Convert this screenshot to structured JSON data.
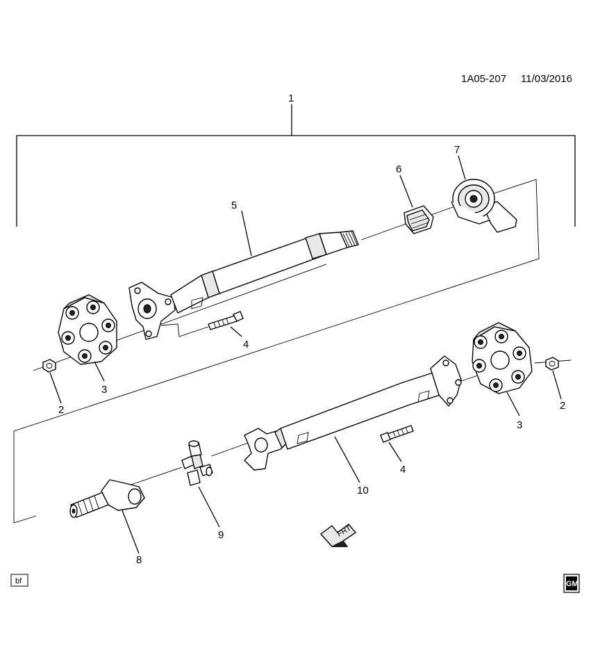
{
  "header": {
    "doc_id": "1A05-207",
    "date": "11/03/2016"
  },
  "callouts": {
    "c1": "1",
    "c2a": "2",
    "c2b": "2",
    "c3a": "3",
    "c3b": "3",
    "c4a": "4",
    "c4b": "4",
    "c5": "5",
    "c6": "6",
    "c7": "7",
    "c8": "8",
    "c9": "9",
    "c10": "10"
  },
  "footer": {
    "bf_label": "bf",
    "logo_text": "GM"
  },
  "arrow": {
    "label": "FRT"
  },
  "colors": {
    "ink": "#000000",
    "fill": "#ffffff",
    "shade": "#e8e8e8"
  }
}
